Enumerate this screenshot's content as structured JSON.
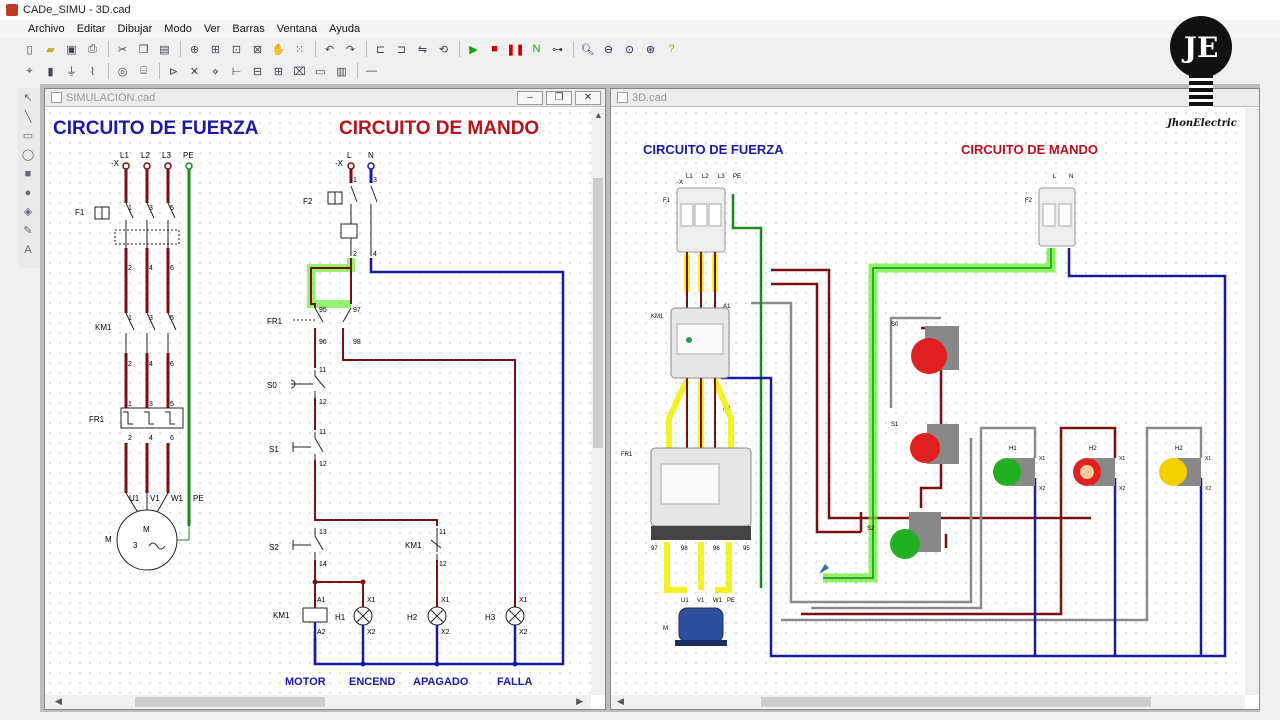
{
  "window": {
    "title": "CADe_SIMU - 3D.cad"
  },
  "menu": [
    "Archivo",
    "Editar",
    "Dibujar",
    "Modo",
    "Ver",
    "Barras",
    "Ventana",
    "Ayuda"
  ],
  "toolbar1": [
    "new-file-icon",
    "open-folder-icon",
    "save-icon",
    "print-icon",
    "cut-icon",
    "copy-icon",
    "paste-icon",
    "zoom-window-icon",
    "zoom-fit-icon",
    "zoom-select-icon",
    "zoom-area-icon",
    "pan-icon",
    "grid-icon",
    "undo-icon",
    "redo-icon",
    "align-left-icon",
    "align-right-icon",
    "mirror-icon",
    "rotate-icon",
    "play-icon",
    "stop-icon",
    "pause-icon",
    "step-icon",
    "network-icon",
    "zoom-in-icon",
    "zoom-out-icon",
    "zoom-prev-icon",
    "zoom-all-icon",
    "help-icon"
  ],
  "toolbar2": [
    "pen-icon",
    "battery-icon",
    "ground-icon",
    "coil-icon",
    "motor-icon",
    "switch-icon",
    "diode-icon",
    "cross-icon",
    "resistor-icon",
    "terminal-icon",
    "fuse-icon",
    "box-icon",
    "plc-icon",
    "contact-icon",
    "relay-icon",
    "line-icon"
  ],
  "lefttools": [
    "select-icon",
    "line-tool-icon",
    "rect-tool-icon",
    "ellipse-tool-icon",
    "fill-rect-icon",
    "fill-ellipse-icon",
    "fill-tool-icon",
    "pen-tool-icon",
    "text-tool-icon"
  ],
  "left_window": {
    "title": "SIMULACION.cad",
    "heading_power": "CIRCUITO DE FUERZA",
    "heading_control": "CIRCUITO DE MANDO",
    "supply": {
      "x": "-X",
      "L1": "L1",
      "L2": "L2",
      "L3": "L3",
      "PE": "PE",
      "L": "L",
      "N": "N"
    },
    "labels": {
      "F1": "F1",
      "KM1": "KM1",
      "FR1": "FR1",
      "F2": "F2",
      "S0": "S0",
      "S1": "S1",
      "S2": "S2",
      "H1": "H1",
      "H2": "H2",
      "H3": "H3",
      "M": "M",
      "M3": "M",
      "three": "3",
      "U1": "U1",
      "V1": "V1",
      "W1": "W1",
      "A1": "A1",
      "A2": "A2",
      "X1": "X1",
      "X2": "X2"
    },
    "terminals": [
      "1",
      "2",
      "3",
      "4",
      "5",
      "6",
      "11",
      "12",
      "13",
      "14",
      "95",
      "96",
      "97",
      "98"
    ],
    "footer": [
      "MOTOR",
      "ENCEND",
      "APAGADO",
      "FALLA"
    ]
  },
  "right_window": {
    "title": "3D.cad",
    "heading_power": "CIRCUITO DE FUERZA",
    "heading_control": "CIRCUITO DE MANDO",
    "labels": {
      "F1": "F1",
      "F2": "F2",
      "KM1": "KM1",
      "FR1": "FR1",
      "S0": "S0",
      "S1": "S1",
      "S2": "S2",
      "H1": "H1",
      "H2a": "H2",
      "H2b": "H2",
      "M": "M",
      "U1": "U1",
      "V1": "V1",
      "W1": "W1",
      "PE": "PE",
      "A1": "A1",
      "A2": "A2",
      "n97": "97",
      "n98": "98",
      "n96": "96",
      "n95": "95",
      "X1": "X1",
      "X2": "X2",
      "L1": "L1",
      "L2": "L2",
      "L3": "L3",
      "L": "L",
      "N": "N",
      "x": "-X"
    }
  },
  "logo": {
    "monogram": "JE",
    "signature": "JhonElectric"
  },
  "colors": {
    "wire_red": "#7a0f12",
    "wire_blue": "#1a1aa0",
    "wire_green": "#1a8a1a",
    "wire_gray": "#8a8a8a",
    "highlight_yellow": "#f0f000",
    "highlight_green": "#66ee33",
    "heading_blue": "#1a1aa8",
    "heading_red": "#b8121c"
  }
}
